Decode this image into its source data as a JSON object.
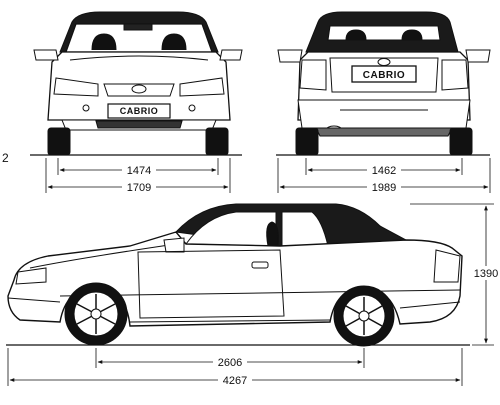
{
  "front_view": {
    "badge": "CABRIO",
    "track_width": "1474",
    "overall_width": "1709"
  },
  "rear_view": {
    "badge": "CABRIO",
    "track_width": "1462",
    "overall_width": "1989"
  },
  "side_view": {
    "height": "1390",
    "wheelbase": "2606",
    "overall_length": "4267"
  },
  "edge_mark": "2"
}
